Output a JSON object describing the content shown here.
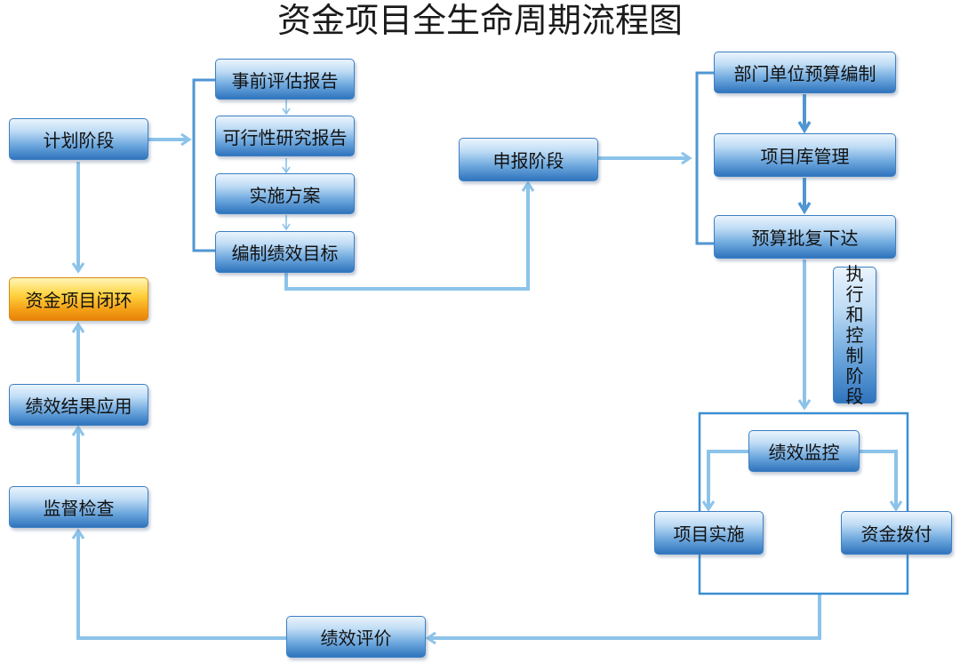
{
  "title": "资金项目全生命周期流程图",
  "nodes": {
    "plan": "计划阶段",
    "closed_loop": "资金项目闭环",
    "results_application": "绩效结果应用",
    "supervision": "监督检查",
    "evaluation": "绩效评价",
    "pre_assessment": "事前评估报告",
    "feasibility": "可行性研究报告",
    "implementation_plan": "实施方案",
    "performance_goals": "编制绩效目标",
    "declaration": "申报阶段",
    "dept_budget": "部门单位预算编制",
    "project_library": "项目库管理",
    "budget_approval": "预算批复下达",
    "execution_stage": "执行和控制阶段",
    "performance_monitoring": "绩效监控",
    "project_implementation": "项目实施",
    "fund_allocation": "资金拨付"
  },
  "colors": {
    "connector": "#8cc3ea",
    "connector_dark": "#4f96d3",
    "frame": "#3a8fd2",
    "node_border": "#3d7fc2",
    "highlight": "#f4a016"
  }
}
